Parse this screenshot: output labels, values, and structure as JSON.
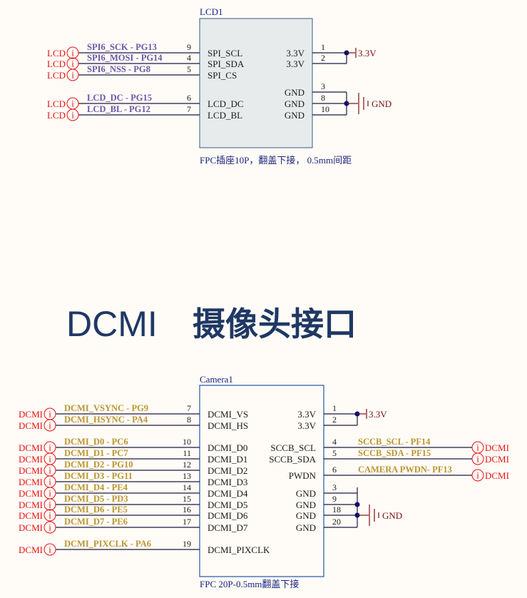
{
  "lcd": {
    "designator": "LCD1",
    "caption": "FPC插座10P，翻盖下接， 0.5mm间距",
    "port_label": "LCD",
    "left_pins": [
      {
        "num": "9",
        "name": "SPI_SCL",
        "net": "SPI6_SCK - PG13"
      },
      {
        "num": "4",
        "name": "SPI_SDA",
        "net": "SPI6_MOSI - PG14"
      },
      {
        "num": "5",
        "name": "SPI_CS",
        "net": "SPI6_NSS - PG8"
      },
      {
        "num": "6",
        "name": "LCD_DC",
        "net": "LCD_DC - PG15"
      },
      {
        "num": "7",
        "name": "LCD_BL",
        "net": "LCD_BL - PG12"
      }
    ],
    "power_pins": [
      {
        "num": "1",
        "name": "3.3V"
      },
      {
        "num": "2",
        "name": "3.3V"
      }
    ],
    "gnd_pins": [
      {
        "num": "3",
        "name": "GND"
      },
      {
        "num": "8",
        "name": "GND"
      },
      {
        "num": "10",
        "name": "GND"
      }
    ],
    "power_net": "3.3V",
    "gnd_net": "GND"
  },
  "section_title": {
    "latin": "DCMI",
    "chinese": "摄像头接口"
  },
  "camera": {
    "designator": "Camera1",
    "caption": "FPC 20P-0.5mm翻盖下接",
    "port_label": "DCMI",
    "left_pins": [
      {
        "num": "7",
        "name": "DCMI_VS",
        "net": "DCMI_VSYNC - PG9"
      },
      {
        "num": "8",
        "name": "DCMI_HS",
        "net": "DCMI_HSYNC - PA4"
      },
      {
        "num": "10",
        "name": "DCMI_D0",
        "net": "DCMI_D0 - PC6"
      },
      {
        "num": "11",
        "name": "DCMI_D1",
        "net": "DCMI_D1 - PC7"
      },
      {
        "num": "12",
        "name": "DCMI_D2",
        "net": "DCMI_D2 - PG10"
      },
      {
        "num": "13",
        "name": "DCMI_D3",
        "net": "DCMI_D3 - PG11"
      },
      {
        "num": "14",
        "name": "DCMI_D4",
        "net": "DCMI_D4 - PE4"
      },
      {
        "num": "15",
        "name": "DCMI_D5",
        "net": "DCMI_D5 - PD3"
      },
      {
        "num": "16",
        "name": "DCMI_D6",
        "net": "DCMI_D6 - PE5"
      },
      {
        "num": "17",
        "name": "DCMI_D7",
        "net": "DCMI_D7 - PE6"
      },
      {
        "num": "19",
        "name": "DCMI_PIXCLK",
        "net": "DCMI_PIXCLK - PA6"
      }
    ],
    "power_pins": [
      {
        "num": "1",
        "name": "3.3V"
      },
      {
        "num": "2",
        "name": "3.3V"
      }
    ],
    "signal_pins": [
      {
        "num": "4",
        "name": "SCCB_SCL",
        "net": "SCCB_SCL - PF14"
      },
      {
        "num": "5",
        "name": "SCCB_SDA",
        "net": "SCCB_SDA - PF15"
      },
      {
        "num": "6",
        "name": "PWDN",
        "net": "CAMERA PWDN- PF13"
      }
    ],
    "gnd_pins": [
      {
        "num": "3",
        "name": "GND"
      },
      {
        "num": "9",
        "name": "GND"
      },
      {
        "num": "18",
        "name": "GND"
      },
      {
        "num": "20",
        "name": "GND"
      }
    ],
    "power_net": "3.3V",
    "gnd_net": "GND"
  },
  "colors": {
    "wire": "#1a1a40",
    "port": "#e81010",
    "power": "#7a1010",
    "junction": "#0a0a70",
    "lcd_body": "#e8ebeb",
    "camera_border": "#2255aa"
  }
}
